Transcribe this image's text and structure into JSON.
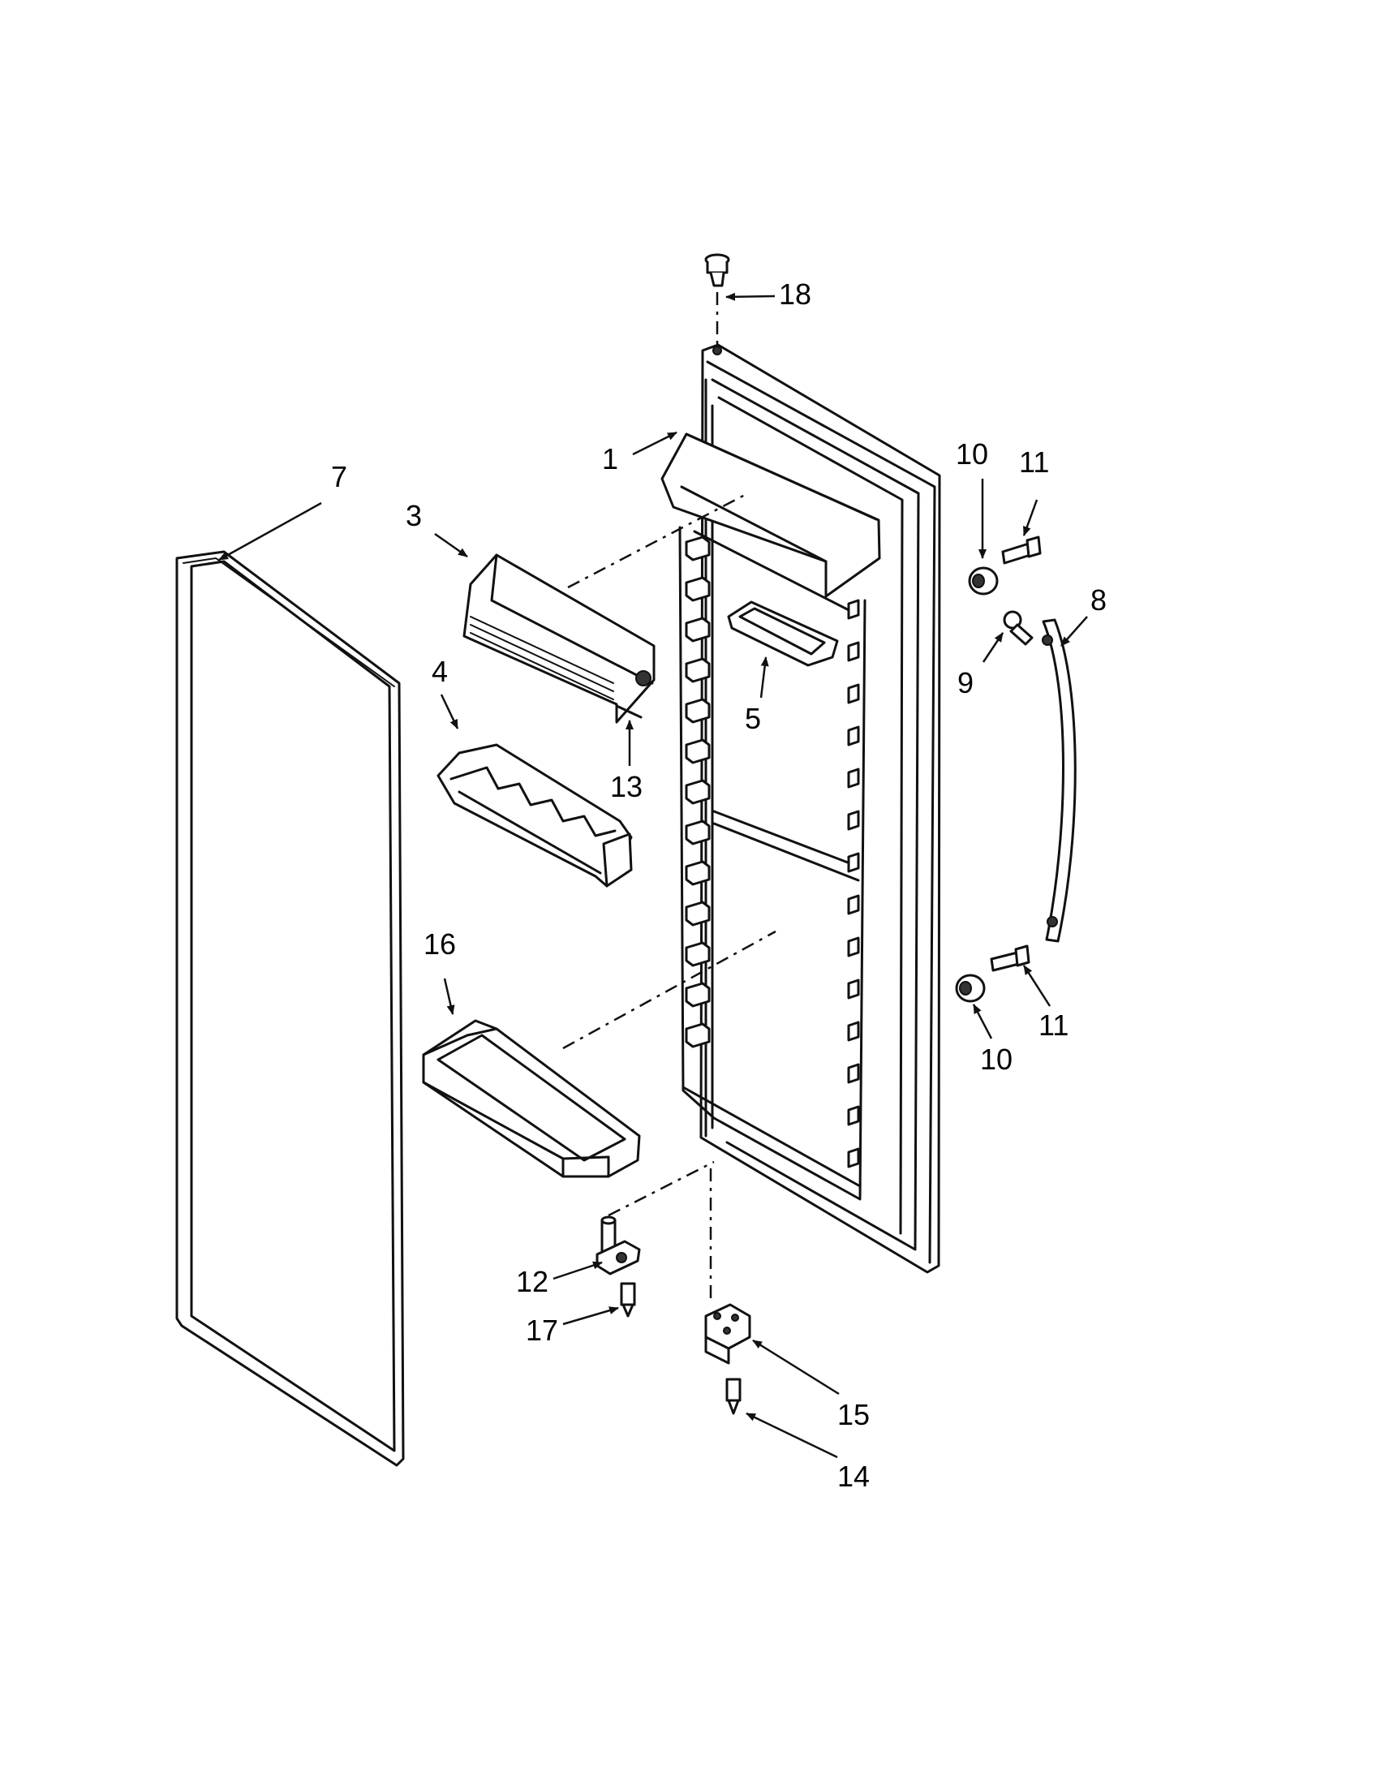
{
  "callouts": [
    {
      "id": "c18",
      "text": "18"
    },
    {
      "id": "c1",
      "text": "1"
    },
    {
      "id": "c7",
      "text": "7"
    },
    {
      "id": "c3",
      "text": "3"
    },
    {
      "id": "c10a",
      "text": "10"
    },
    {
      "id": "c11a",
      "text": "11"
    },
    {
      "id": "c8",
      "text": "8"
    },
    {
      "id": "c9",
      "text": "9"
    },
    {
      "id": "c4",
      "text": "4"
    },
    {
      "id": "c5",
      "text": "5"
    },
    {
      "id": "c13",
      "text": "13"
    },
    {
      "id": "c16",
      "text": "16"
    },
    {
      "id": "c11b",
      "text": "11"
    },
    {
      "id": "c10b",
      "text": "10"
    },
    {
      "id": "c12",
      "text": "12"
    },
    {
      "id": "c17",
      "text": "17"
    },
    {
      "id": "c15",
      "text": "15"
    },
    {
      "id": "c14",
      "text": "14"
    }
  ]
}
